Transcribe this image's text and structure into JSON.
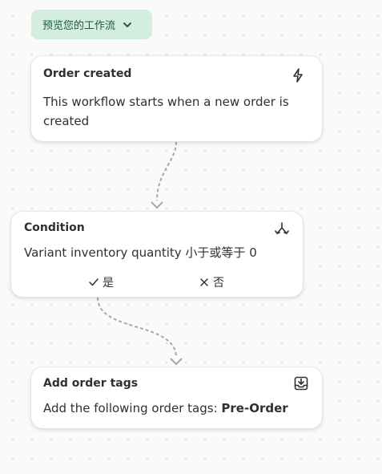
{
  "preview": {
    "label": "预览您的工作流",
    "icon": "chevron-down-icon"
  },
  "trigger": {
    "title": "Order created",
    "description": "This workflow starts when a new order is created",
    "icon": "lightning-bolt-icon"
  },
  "condition": {
    "title": "Condition",
    "description": "Variant inventory quantity 小于或等于 0",
    "icon": "branch-icon",
    "branches": [
      {
        "label": "是",
        "icon": "checkmark-icon"
      },
      {
        "label": "否",
        "icon": "x-icon"
      }
    ]
  },
  "action": {
    "title": "Add order tags",
    "description_prefix": "Add the following order tags: ",
    "tag_value": "Pre-Order",
    "icon": "inbox-download-icon"
  },
  "colors": {
    "canvas": "#fafafa",
    "dot": "#d9d9d9",
    "preview_bg": "#d3eddf",
    "preview_text": "#1e5a42",
    "connector": "#a8a8a8",
    "card_text": "#303030"
  }
}
